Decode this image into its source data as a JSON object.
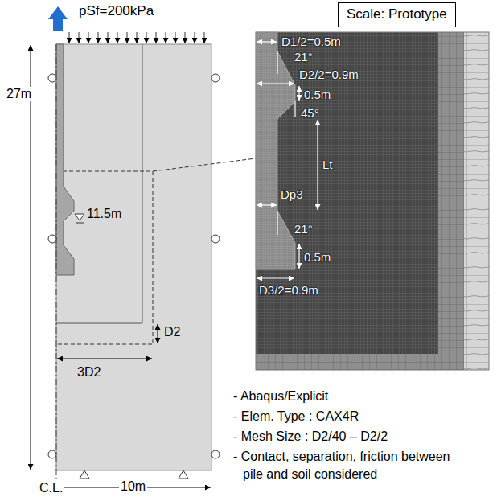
{
  "diagram": {
    "nodes": [
      {
        "text": [
          "Scale: Prototype"
        ]
      }
    ],
    "labels": [
      "pSf=200kPa",
      "27m",
      "11.5m",
      "D2",
      "3D2",
      "10m",
      "C.L.",
      "D1/2=0.5m",
      "21°",
      "D2/2=0.9m",
      "0.5m",
      "45°",
      "Lt",
      "Dp3",
      "21°",
      "0.5m",
      "D3/2=0.9m",
      "- Abaqus/Explicit",
      "- Elem. Type : CAX4R",
      "- Mesh Size : D2/40 – D2/2",
      "- Contact, separation, friction between pile and soil considered"
    ]
  }
}
